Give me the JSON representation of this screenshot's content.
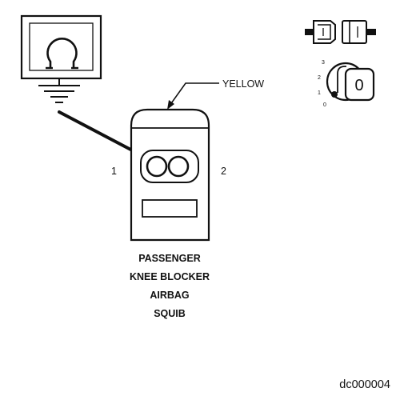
{
  "diagram": {
    "wire_color_label": "YELLOW",
    "pin_1_label": "1",
    "pin_2_label": "2",
    "caption": [
      "PASSENGER",
      "KNEE BLOCKER",
      "AIRBAG",
      "SQUIB"
    ],
    "figure_id": "dc000004",
    "ignition_positions": [
      "3",
      "2",
      "1",
      "0"
    ],
    "key_position_label": "0",
    "icons": {
      "meter": "ohmmeter-icon",
      "ground": "ground-symbol-icon",
      "connector": "disconnected-connector-icon",
      "ignition": "ignition-switch-icon"
    },
    "colors": {
      "ink": "#111111",
      "background": "#ffffff"
    }
  }
}
